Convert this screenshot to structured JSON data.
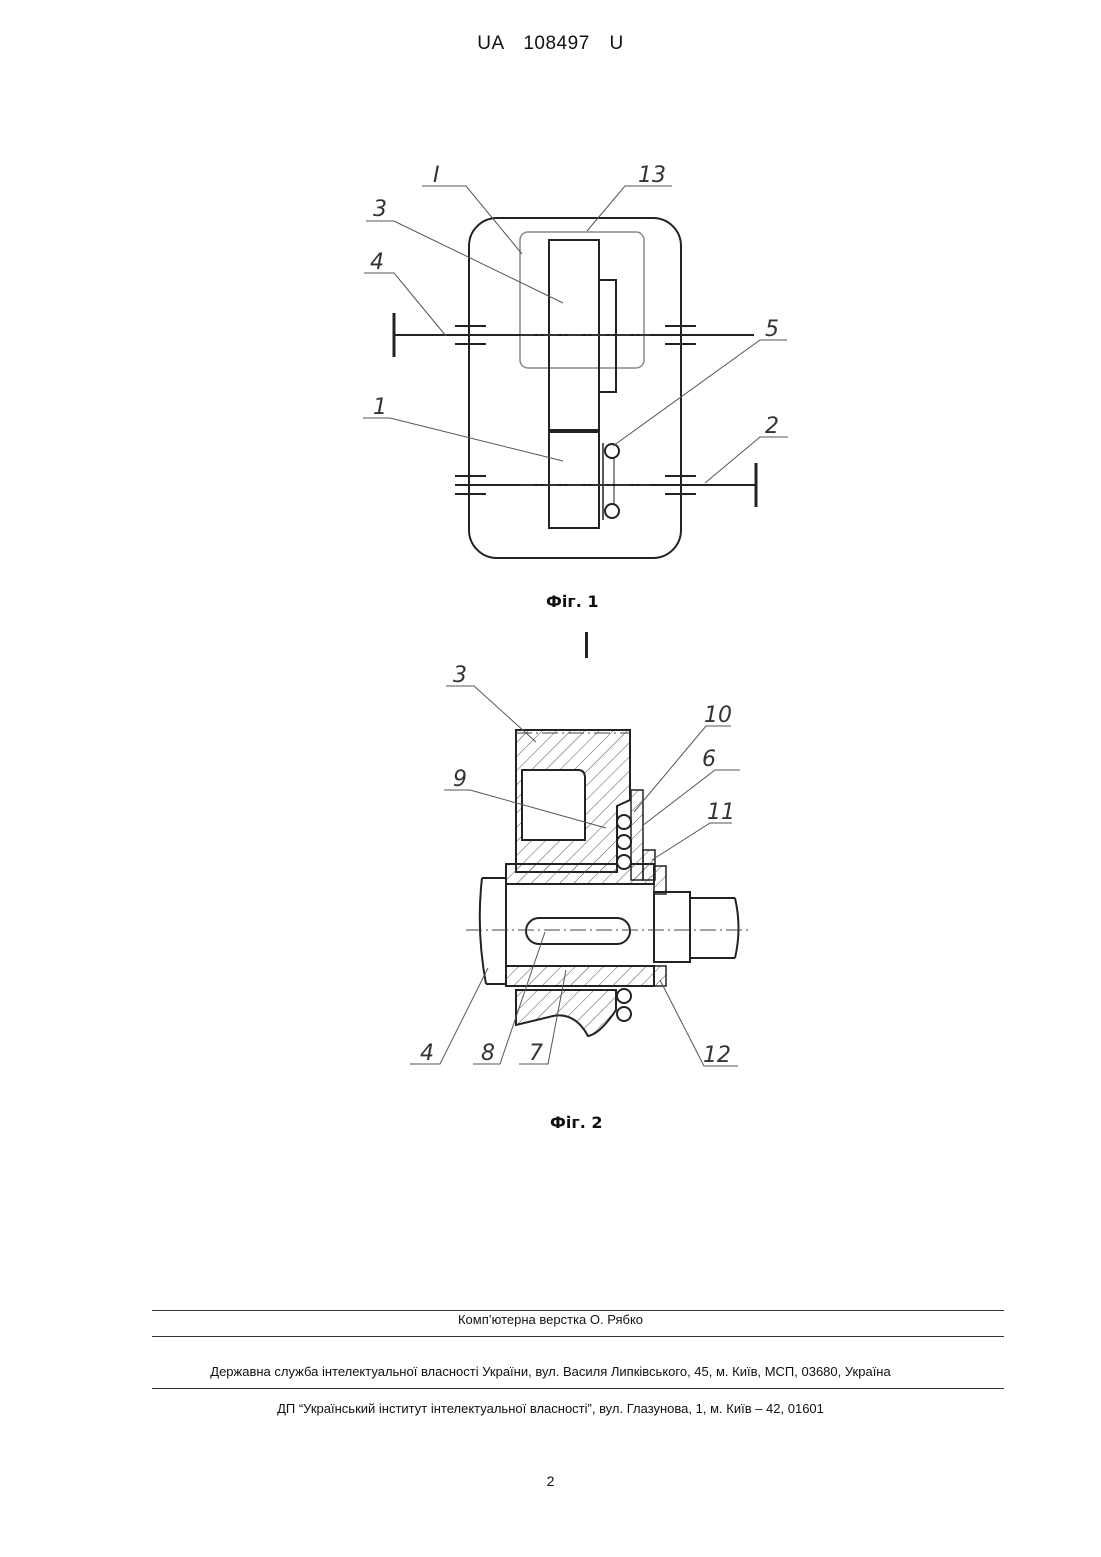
{
  "header": {
    "patent_number": "UA   108497   U"
  },
  "figure1": {
    "caption": "Фіг. 1",
    "labels": {
      "detail": "I",
      "housing_cover": "13",
      "gear": "3",
      "input_shaft": "4",
      "clutch": "5",
      "pinion": "1",
      "output_shaft": "2"
    }
  },
  "detail_marker": "I",
  "figure2": {
    "caption": "Фіг. 2",
    "labels": {
      "gear": "3",
      "ring": "10",
      "balls": "9",
      "spring": "6",
      "washer": "11",
      "shaft": "4",
      "key": "8",
      "bushing": "7",
      "nut": "12"
    }
  },
  "footer": {
    "layout_credit": "Комп’ютерна верстка О. Рябко",
    "agency": "Державна служба інтелектуальної власності України, вул. Василя Липківського, 45, м. Київ, МСП, 03680, Україна",
    "institute": "ДП “Український інститут інтелектуальної власності”, вул. Глазунова, 1, м. Київ – 42, 01601"
  },
  "page_number": "2"
}
